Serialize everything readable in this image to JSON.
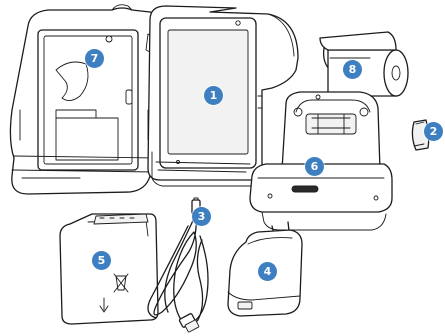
{
  "badge_color": "#3d7fc1",
  "items": [
    {
      "number": "1",
      "icon": "payment-terminal"
    },
    {
      "number": "2",
      "icon": "sim-card"
    },
    {
      "number": "3",
      "icon": "usb-cable"
    },
    {
      "number": "4",
      "icon": "power-adapter"
    },
    {
      "number": "5",
      "icon": "battery"
    },
    {
      "number": "6",
      "icon": "charging-dock"
    },
    {
      "number": "7",
      "icon": "protective-case"
    },
    {
      "number": "8",
      "icon": "paper-roll"
    }
  ]
}
